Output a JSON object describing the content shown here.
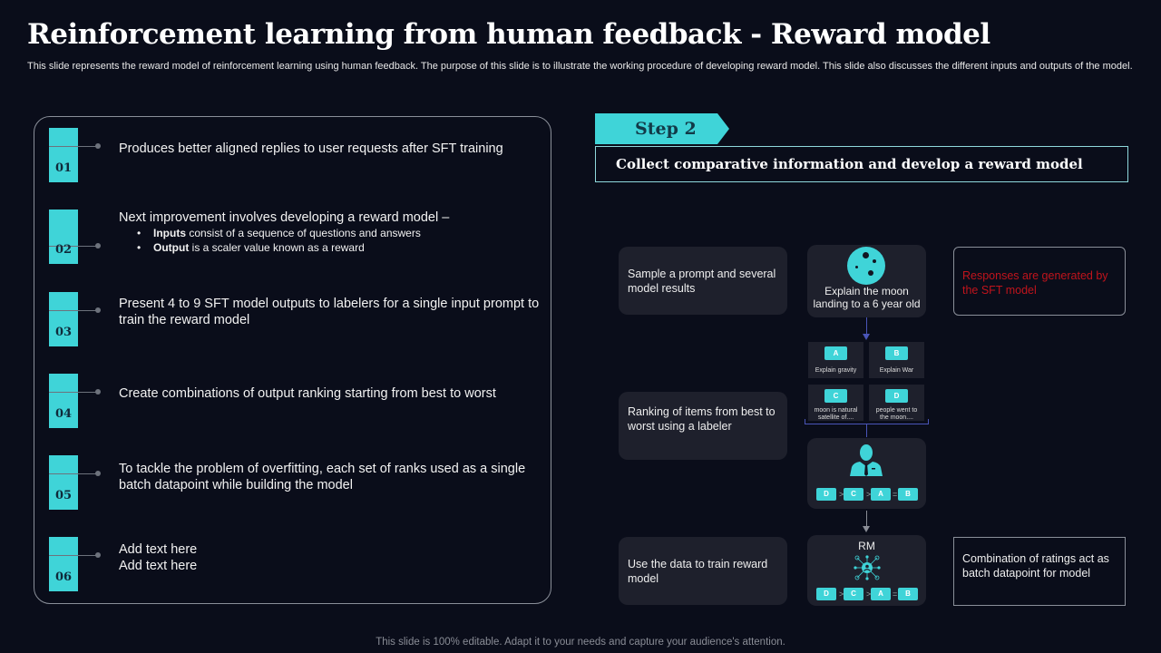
{
  "header": {
    "title": "Reinforcement learning from human feedback - Reward model",
    "subtitle": "This slide represents the reward model of reinforcement learning using human feedback. The purpose of this slide is to illustrate the working procedure of developing reward model. This slide also discusses the different inputs and outputs of the model."
  },
  "left_panel": {
    "items": [
      {
        "number": "01",
        "text": "Produces better aligned  replies to user requests after SFT training"
      },
      {
        "number": "02",
        "text": "Next improvement involves developing  a reward model –",
        "bullets": [
          {
            "bold": "Inputs",
            "rest": " consist of a sequence of questions and answers"
          },
          {
            "bold": "Output",
            "rest": " is a scaler value  known as a reward"
          }
        ]
      },
      {
        "number": "03",
        "text": "Present 4 to 9 SFT model outputs to labelers for a single input prompt to train the reward model"
      },
      {
        "number": "04",
        "text": "Create combinations of output ranking starting from best to worst"
      },
      {
        "number": "05",
        "text": "To tackle the problem of overfitting, each set of ranks used as a single batch datapoint while building  the model"
      },
      {
        "number": "06",
        "line1": "Add text here",
        "line2": "Add text here"
      }
    ]
  },
  "step": {
    "badge": "Step 2",
    "description": "Collect comparative information and develop a reward model"
  },
  "diagram": {
    "left_labels": [
      "Sample a prompt and several model results",
      "Ranking of items from best to worst using a labeler",
      "Use the data to train reward model"
    ],
    "prompt": {
      "icon": "moon-icon",
      "text": "Explain the moon landing to a 6 year old"
    },
    "options": [
      {
        "tag": "A",
        "text": "Explain gravity"
      },
      {
        "tag": "B",
        "text": "Explain War"
      },
      {
        "tag": "C",
        "text": "moon is natural satellite of...."
      },
      {
        "tag": "D",
        "text": "people went to the moon...."
      }
    ],
    "labeler": {
      "icon": "person-icon",
      "ranking": [
        "D",
        ">",
        "C",
        ">",
        "A",
        "=",
        "B"
      ]
    },
    "rm": {
      "label": "RM",
      "icon": "network-icon",
      "ranking": [
        "D",
        ">",
        "C",
        ">",
        "A",
        "=",
        "B"
      ]
    },
    "right_notes": {
      "top": "Responses are generated by the SFT model",
      "bottom": "Combination of ratings act as batch datapoint for model"
    }
  },
  "colors": {
    "accent": "#3fd4d8",
    "background": "#0a0d1a",
    "card": "#1e202c",
    "note_red": "#c0141c",
    "arrow": "#4a55b8"
  },
  "footer": {
    "text": "This slide is 100% editable. Adapt it to your needs and capture your audience's attention."
  }
}
